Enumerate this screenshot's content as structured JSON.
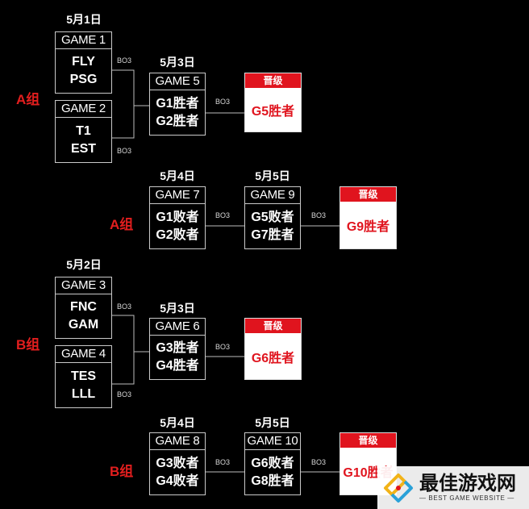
{
  "dates": {
    "d1": "5月1日",
    "d2": "5月2日",
    "d3a": "5月3日",
    "d3b": "5月3日",
    "d4a": "5月4日",
    "d4b": "5月4日",
    "d5a": "5月5日",
    "d5b": "5月5日"
  },
  "groups": {
    "a_upper": "A组",
    "a_lower": "A组",
    "b_upper": "B组",
    "b_lower": "B组"
  },
  "bo3": "BO3",
  "games": {
    "g1": {
      "title": "GAME 1",
      "t1": "FLY",
      "t2": "PSG"
    },
    "g2": {
      "title": "GAME 2",
      "t1": "T1",
      "t2": "EST"
    },
    "g3": {
      "title": "GAME 3",
      "t1": "FNC",
      "t2": "GAM"
    },
    "g4": {
      "title": "GAME 4",
      "t1": "TES",
      "t2": "LLL"
    },
    "g5": {
      "title": "GAME 5",
      "t1": "G1胜者",
      "t2": "G2胜者"
    },
    "g6": {
      "title": "GAME 6",
      "t1": "G3胜者",
      "t2": "G4胜者"
    },
    "g7": {
      "title": "GAME 7",
      "t1": "G1败者",
      "t2": "G2败者"
    },
    "g8": {
      "title": "GAME 8",
      "t1": "G3败者",
      "t2": "G4败者"
    },
    "g9": {
      "title": "GAME 9",
      "t1": "G5败者",
      "t2": "G7胜者"
    },
    "g10": {
      "title": "GAME 10",
      "t1": "G6败者",
      "t2": "G8胜者"
    }
  },
  "advance": {
    "label": "晋级",
    "a1": "G5胜者",
    "a2": "G9胜者",
    "b1": "G6胜者",
    "b2": "G10胜者"
  },
  "watermark": {
    "title": "最佳游戏网",
    "subtitle": "— BEST GAME WEBSITE —"
  }
}
